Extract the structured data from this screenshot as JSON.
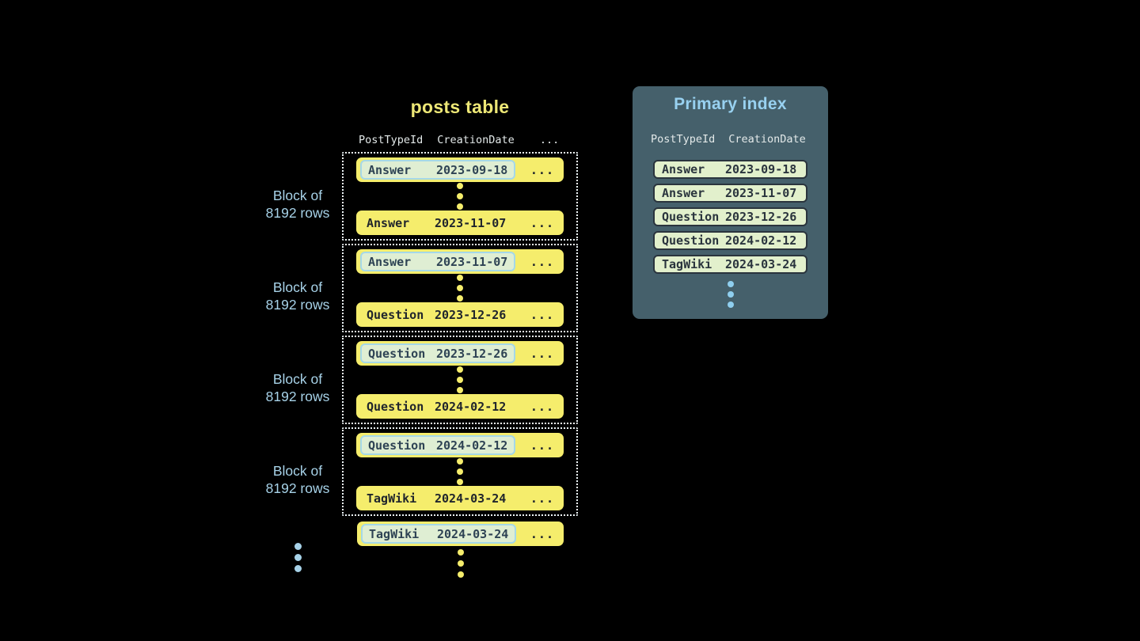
{
  "colors": {
    "background": "#000000",
    "row_yellow": "#F5ED6C",
    "title_yellow": "#EDE776",
    "dark_text": "#20252C",
    "highlight_fill": "#DFEED3",
    "highlight_border": "#A5D8E8",
    "highlight_text": "#2E4354",
    "label_blue": "#A7D2E8",
    "block_border": "#EEF6F9",
    "header_text": "#E3E9E9",
    "panel_background": "#45606B",
    "panel_title_blue": "#98D1F0",
    "index_row_fill": "#E2F0CC",
    "index_row_border": "#2A343D",
    "index_dots_blue": "#8FCFEF"
  },
  "posts_table": {
    "title": "posts table",
    "headers": {
      "col1": "PostTypeId",
      "col2": "CreationDate",
      "more": "..."
    },
    "block_label": {
      "line1": "Block of",
      "line2": "8192 rows"
    },
    "row_more": "...",
    "blocks": [
      {
        "first": {
          "type": "Answer",
          "date": "2023-09-18"
        },
        "last": {
          "type": "Answer",
          "date": "2023-11-07"
        }
      },
      {
        "first": {
          "type": "Answer",
          "date": "2023-11-07"
        },
        "last": {
          "type": "Question",
          "date": "2023-12-26"
        }
      },
      {
        "first": {
          "type": "Question",
          "date": "2023-12-26"
        },
        "last": {
          "type": "Question",
          "date": "2024-02-12"
        }
      },
      {
        "first": {
          "type": "Question",
          "date": "2024-02-12"
        },
        "last": {
          "type": "TagWiki",
          "date": "2024-03-24"
        }
      }
    ],
    "overflow_row": {
      "type": "TagWiki",
      "date": "2024-03-24"
    }
  },
  "primary_index": {
    "title": "Primary index",
    "headers": {
      "col1": "PostTypeId",
      "col2": "CreationDate"
    },
    "rows": [
      {
        "type": "Answer",
        "date": "2023-09-18"
      },
      {
        "type": "Answer",
        "date": "2023-11-07"
      },
      {
        "type": "Question",
        "date": "2023-12-26"
      },
      {
        "type": "Question",
        "date": "2024-02-12"
      },
      {
        "type": "TagWiki",
        "date": "2024-03-24"
      }
    ]
  }
}
